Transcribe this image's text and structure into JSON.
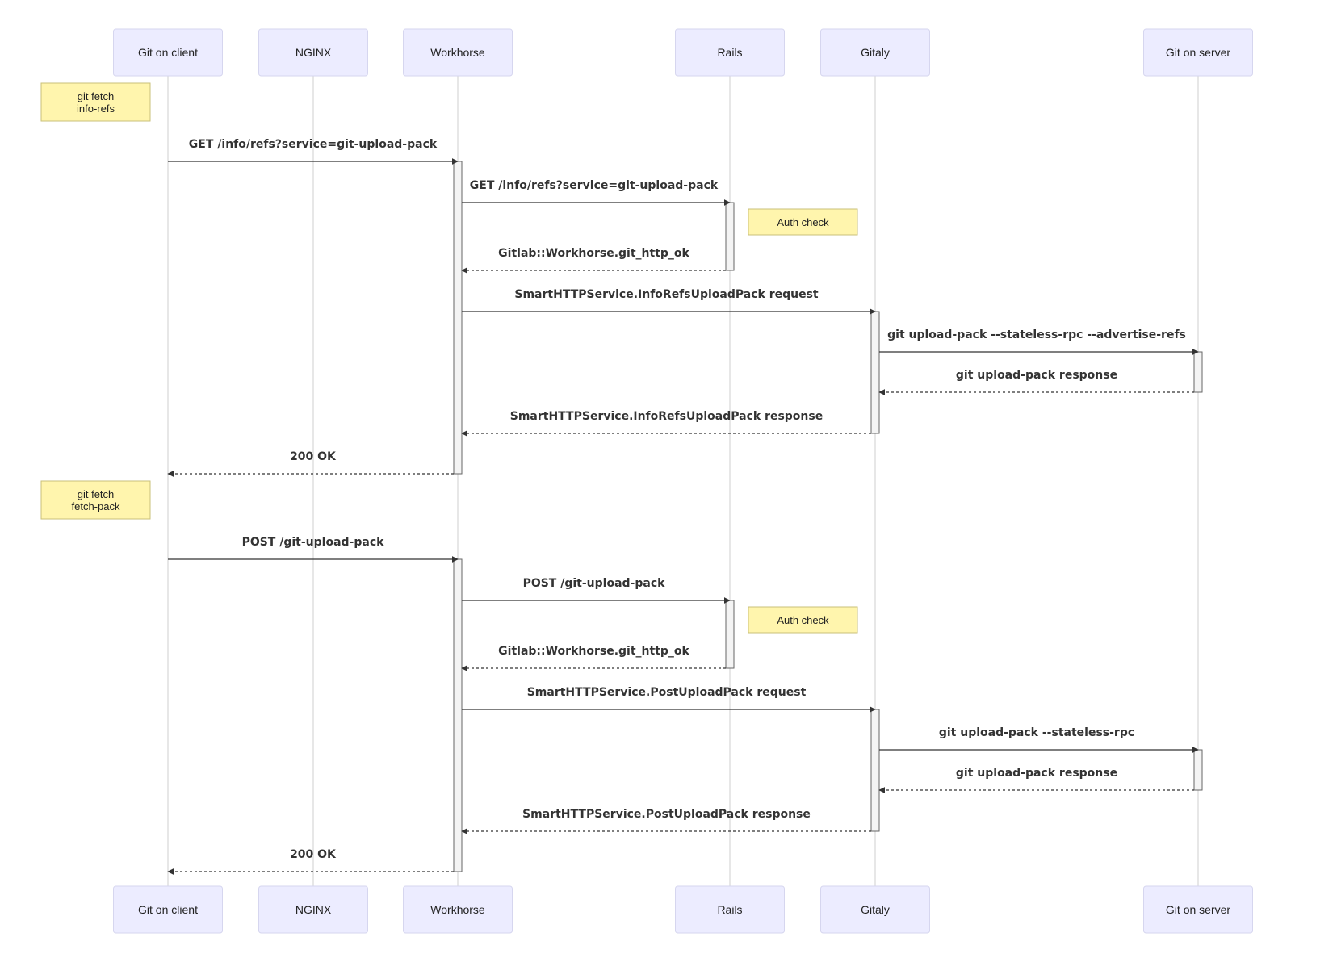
{
  "participants": [
    {
      "id": "client",
      "label": "Git on client"
    },
    {
      "id": "nginx",
      "label": "NGINX"
    },
    {
      "id": "workhorse",
      "label": "Workhorse"
    },
    {
      "id": "rails",
      "label": "Rails"
    },
    {
      "id": "gitaly",
      "label": "Gitaly"
    },
    {
      "id": "server",
      "label": "Git on server"
    }
  ],
  "notes": [
    {
      "lines": [
        "git fetch",
        "info-refs"
      ]
    },
    {
      "lines": [
        "Auth check"
      ]
    },
    {
      "lines": [
        "git fetch",
        "fetch-pack"
      ]
    },
    {
      "lines": [
        "Auth check"
      ]
    }
  ],
  "messages": [
    {
      "from": "client",
      "to": "workhorse",
      "label": "GET /info/refs?service=git-upload-pack",
      "style": "solid"
    },
    {
      "from": "workhorse",
      "to": "rails",
      "label": "GET /info/refs?service=git-upload-pack",
      "style": "solid"
    },
    {
      "from": "rails",
      "to": "workhorse",
      "label": "Gitlab::Workhorse.git_http_ok",
      "style": "dashed"
    },
    {
      "from": "workhorse",
      "to": "gitaly",
      "label": "SmartHTTPService.InfoRefsUploadPack request",
      "style": "solid"
    },
    {
      "from": "gitaly",
      "to": "server",
      "label": "git upload-pack --stateless-rpc --advertise-refs",
      "style": "solid"
    },
    {
      "from": "server",
      "to": "gitaly",
      "label": "git upload-pack response",
      "style": "dashed"
    },
    {
      "from": "gitaly",
      "to": "workhorse",
      "label": "SmartHTTPService.InfoRefsUploadPack response",
      "style": "dashed"
    },
    {
      "from": "workhorse",
      "to": "client",
      "label": "200 OK",
      "style": "dashed"
    },
    {
      "from": "client",
      "to": "workhorse",
      "label": "POST /git-upload-pack",
      "style": "solid"
    },
    {
      "from": "workhorse",
      "to": "rails",
      "label": "POST /git-upload-pack",
      "style": "solid"
    },
    {
      "from": "rails",
      "to": "workhorse",
      "label": "Gitlab::Workhorse.git_http_ok",
      "style": "dashed"
    },
    {
      "from": "workhorse",
      "to": "gitaly",
      "label": "SmartHTTPService.PostUploadPack request",
      "style": "solid"
    },
    {
      "from": "gitaly",
      "to": "server",
      "label": "git upload-pack --stateless-rpc",
      "style": "solid"
    },
    {
      "from": "server",
      "to": "gitaly",
      "label": "git upload-pack response",
      "style": "dashed"
    },
    {
      "from": "gitaly",
      "to": "workhorse",
      "label": "SmartHTTPService.PostUploadPack response",
      "style": "dashed"
    },
    {
      "from": "workhorse",
      "to": "client",
      "label": "200 OK",
      "style": "dashed"
    }
  ]
}
